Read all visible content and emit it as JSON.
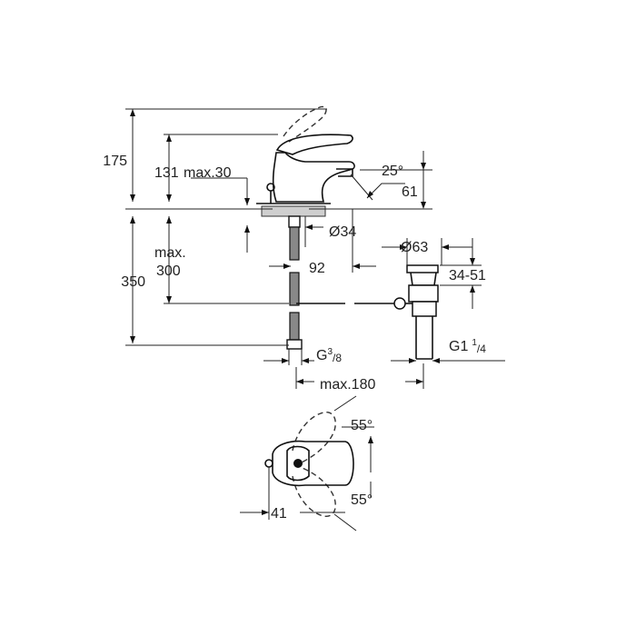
{
  "labels": {
    "d175": "175",
    "d131": "131",
    "dmax30": "max.30",
    "d350": "350",
    "dmax": "max.",
    "d300": "300",
    "d25deg": "25°",
    "d61": "61",
    "d34": "Ø34",
    "d92": "92",
    "d63": "Ø63",
    "d3451": "34-51",
    "g38_main": "G",
    "g38_sup": "3",
    "g38_sub": "/8",
    "g114_main": "G1",
    "g114_sup": "1",
    "g114_sub": "/4",
    "dmax180": "max.180",
    "d55_top": "55°",
    "d55_bot": "55°",
    "d41": "41"
  }
}
